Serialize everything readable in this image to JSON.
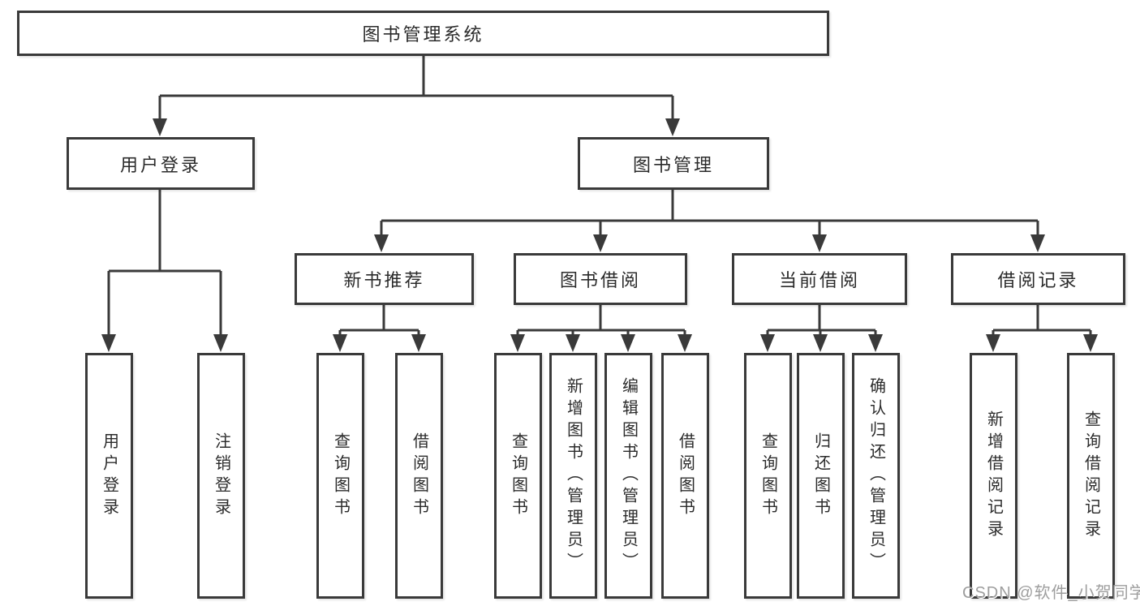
{
  "tree": {
    "root": {
      "label": "图书管理系统"
    },
    "branches": [
      {
        "label": "用户登录",
        "children": [
          {
            "label": "用户登录"
          },
          {
            "label": "注销登录"
          }
        ]
      },
      {
        "label": "图书管理",
        "groups": [
          {
            "label": "新书推荐",
            "children": [
              {
                "label": "查询图书"
              },
              {
                "label": "借阅图书"
              }
            ]
          },
          {
            "label": "图书借阅",
            "children": [
              {
                "label": "查询图书"
              },
              {
                "label": "新增图书（管理员）"
              },
              {
                "label": "编辑图书（管理员）"
              },
              {
                "label": "借阅图书"
              }
            ]
          },
          {
            "label": "当前借阅",
            "children": [
              {
                "label": "查询图书"
              },
              {
                "label": "归还图书"
              },
              {
                "label": "确认归还（管理员）"
              }
            ]
          },
          {
            "label": "借阅记录",
            "children": [
              {
                "label": "新增借阅记录"
              },
              {
                "label": "查询借阅记录"
              }
            ]
          }
        ]
      }
    ]
  },
  "watermark": {
    "text": "CSDN @软件_小贺同学"
  },
  "colors": {
    "line": "#3a3a3a",
    "box_border": "#3a3a3a",
    "box_fill": "#ffffff",
    "text": "#2b2b2b",
    "watermark": "#9e9e9e",
    "background": "#ffffff"
  }
}
